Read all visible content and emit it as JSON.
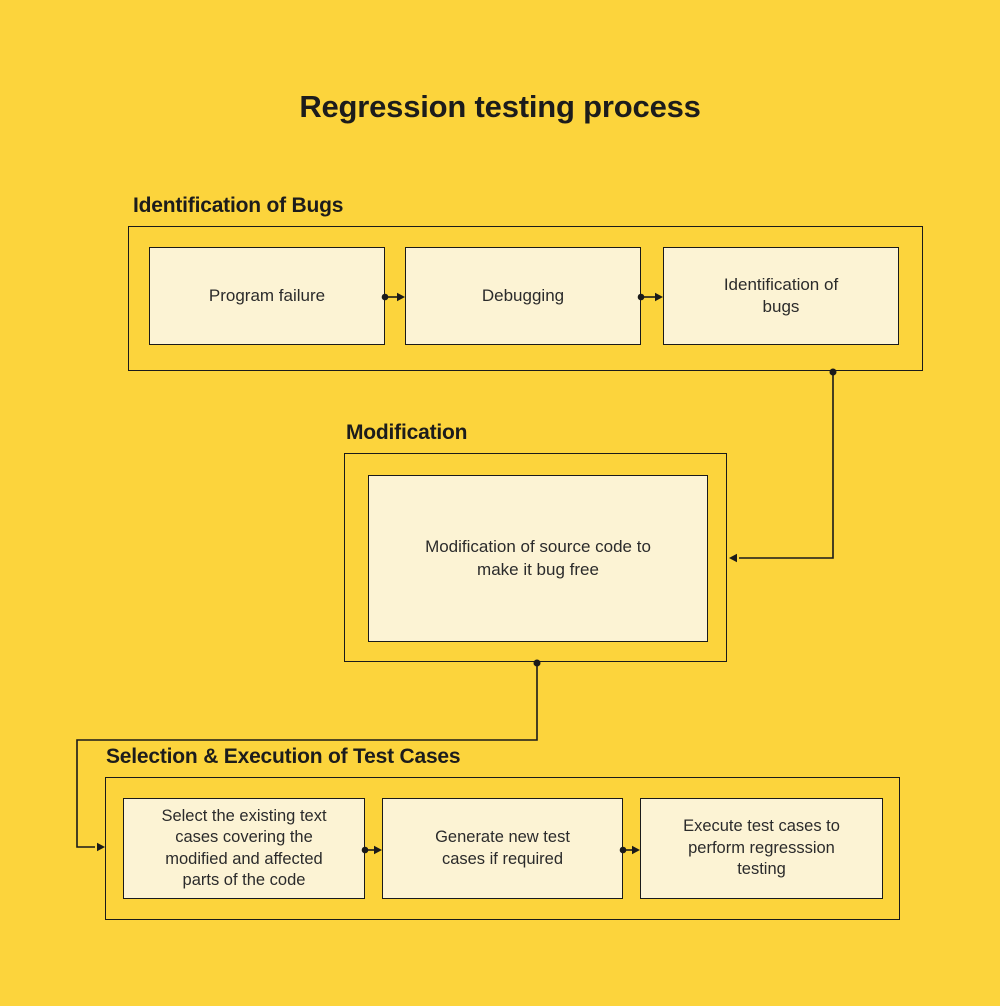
{
  "page": {
    "background": "#FCD43C",
    "box_fill": "#FCF3D4",
    "line_color": "#1A1A1A",
    "text_color": "#1C1C1C"
  },
  "title": "Regression testing process",
  "sections": [
    {
      "heading": "Identification of Bugs",
      "boxes": [
        "Program failure",
        "Debugging",
        "Identification of\nbugs"
      ]
    },
    {
      "heading": "Modification",
      "boxes": [
        "Modification of source code to\nmake it bug free"
      ]
    },
    {
      "heading": "Selection & Execution of Test Cases",
      "boxes": [
        "Select the existing text\ncases covering the\nmodified and affected\nparts of the code",
        "Generate new test\ncases if required",
        "Execute test cases to\nperform regresssion\ntesting"
      ]
    }
  ]
}
